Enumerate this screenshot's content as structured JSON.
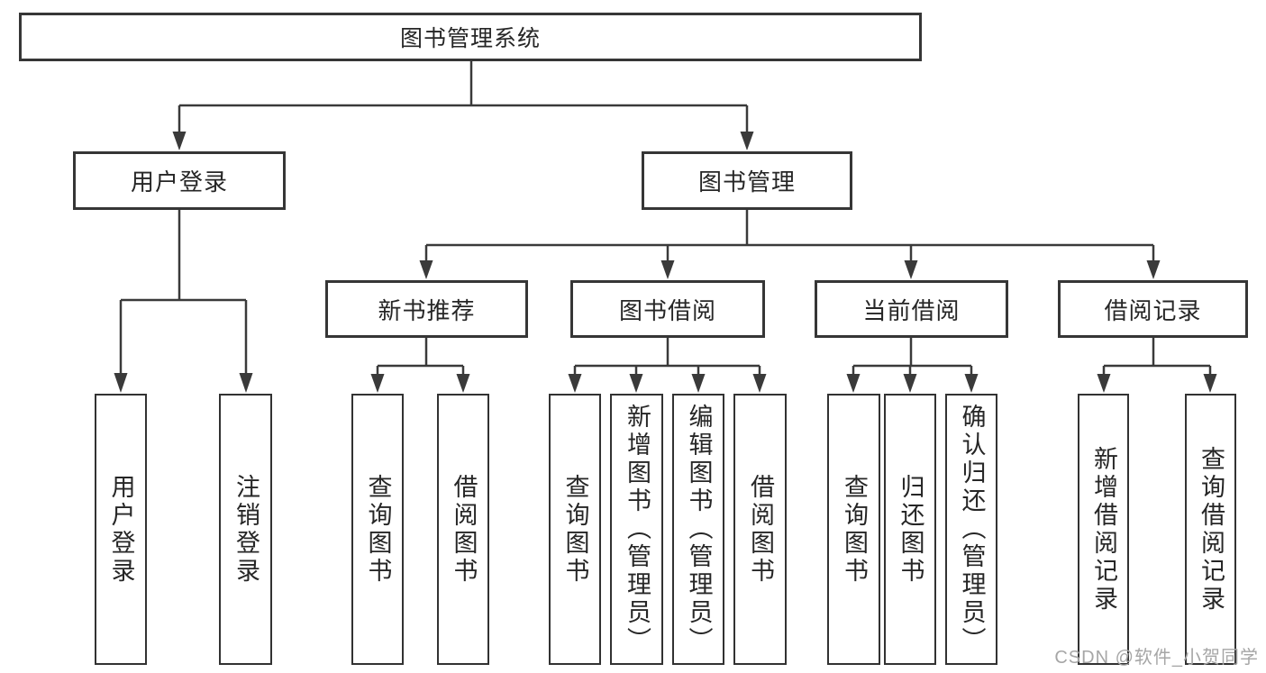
{
  "tree": {
    "label": "图书管理系统",
    "children": [
      {
        "label": "用户登录",
        "children": [
          {
            "label": "用户登录"
          },
          {
            "label": "注销登录"
          }
        ]
      },
      {
        "label": "图书管理",
        "children": [
          {
            "label": "新书推荐",
            "children": [
              {
                "label": "查询图书"
              },
              {
                "label": "借阅图书"
              }
            ]
          },
          {
            "label": "图书借阅",
            "children": [
              {
                "label": "查询图书"
              },
              {
                "label": "新增图书（管理员）"
              },
              {
                "label": "编辑图书（管理员）"
              },
              {
                "label": "借阅图书"
              }
            ]
          },
          {
            "label": "当前借阅",
            "children": [
              {
                "label": "查询图书"
              },
              {
                "label": "归还图书"
              },
              {
                "label": "确认归还（管理员）"
              }
            ]
          },
          {
            "label": "借阅记录",
            "children": [
              {
                "label": "新增借阅记录"
              },
              {
                "label": "查询借阅记录"
              }
            ]
          }
        ]
      }
    ]
  },
  "watermark": {
    "text": "CSDN @软件_小贺同学"
  },
  "colors": {
    "line": "#3a3a3a",
    "box_border": "#363636",
    "text": "#262626",
    "watermark": "#a6a6a6",
    "background": "#ffffff"
  }
}
